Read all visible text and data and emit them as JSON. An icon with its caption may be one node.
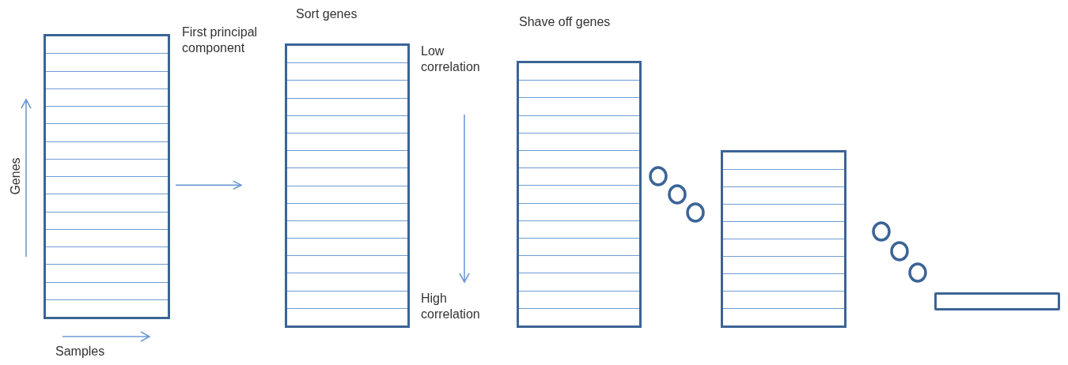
{
  "diagram": {
    "nodes": [
      {
        "text": [],
        "shape": "box",
        "beside": [
          "First principal component"
        ]
      },
      {
        "text": [
          "Sort genes"
        ]
      },
      {
        "text": [
          "Shave off genes"
        ]
      },
      {
        "text": [],
        "shape": "box"
      },
      {
        "text": [],
        "shape": "bar"
      }
    ],
    "edges": [
      {
        "from": 0,
        "to": 1,
        "arrow": "to"
      }
    ],
    "labels": [
      "Genes",
      "Low correlation",
      "High correlation",
      "Samples"
    ]
  }
}
